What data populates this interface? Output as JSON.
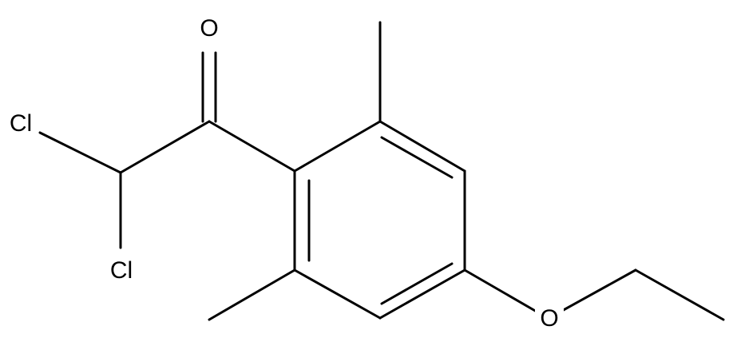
{
  "molecule": {
    "atoms": {
      "oxygen_carbonyl": "O",
      "chlorine_1": "Cl",
      "chlorine_2": "Cl",
      "oxygen_ether": "O"
    }
  },
  "colors": {
    "bond": "#000000",
    "background": "#ffffff"
  }
}
